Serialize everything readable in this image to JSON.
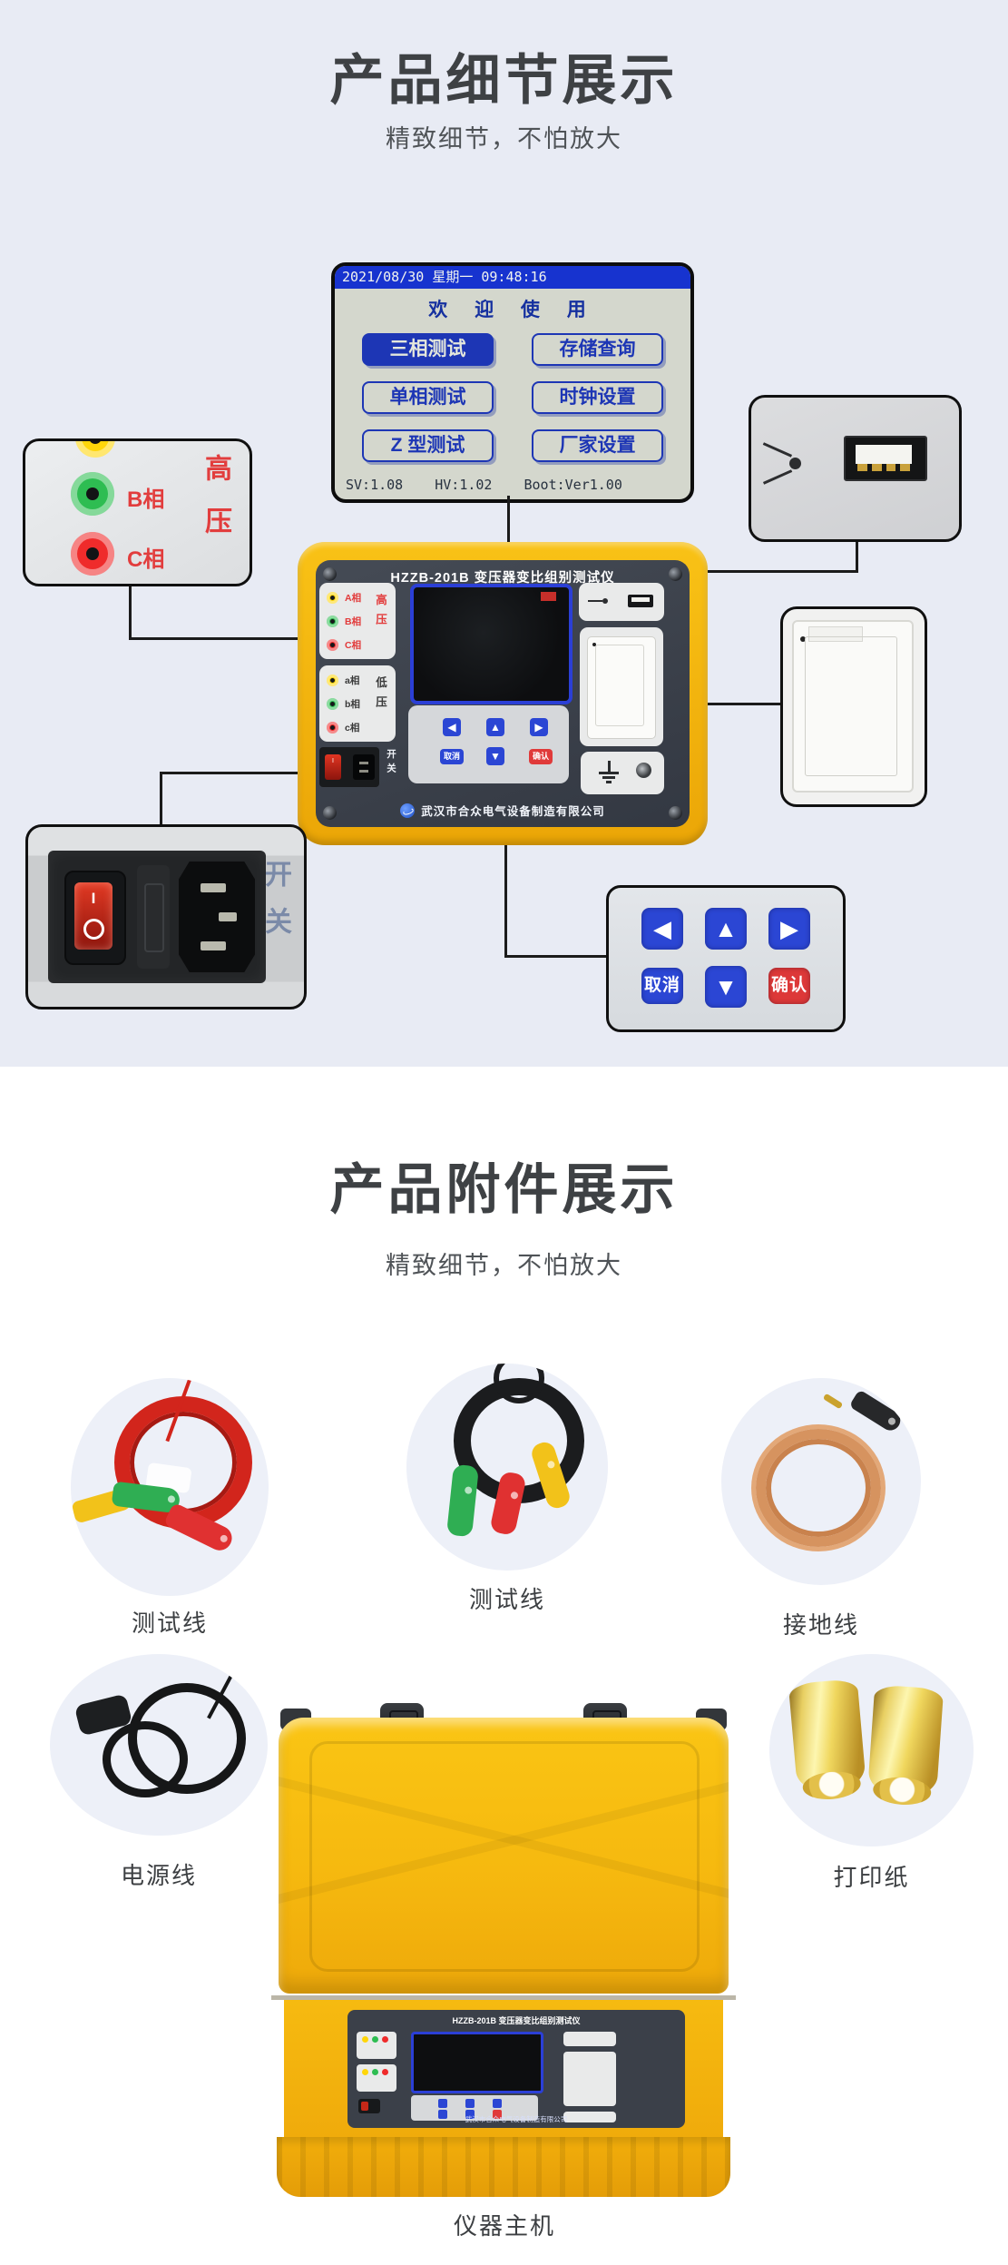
{
  "detail": {
    "title": "产品细节展示",
    "subtitle": "精致细节，不怕放大",
    "lcd": {
      "datetime": "2021/08/30 星期一 09:48:16",
      "welcome": "欢 迎 使 用",
      "menu": [
        "三相测试",
        "存储查询",
        "单相测试",
        "时钟设置",
        "Z 型测试",
        "厂家设置"
      ],
      "sv": "SV:1.08",
      "hv": "HV:1.02",
      "boot": "Boot:Ver1.00"
    },
    "device": {
      "title": "HZZB-201B 变压器变比组别测试仪",
      "hv_label": "高压",
      "lv_label": "低压",
      "hv_terminals": [
        "A相",
        "B相",
        "C相"
      ],
      "lv_terminals": [
        "a相",
        "b相",
        "c相"
      ],
      "switch_label": "开关",
      "cancel": "取消",
      "confirm": "确认",
      "company": "武汉市合众电气设备制造有限公司"
    },
    "hv_box": {
      "b": "B相",
      "c": "C相",
      "label": "高压"
    },
    "switch_box": {
      "label": "开关",
      "on": "I"
    },
    "keypad_box": {
      "cancel": "取消",
      "confirm": "确认"
    }
  },
  "icons": {
    "left": "◀",
    "up": "▲",
    "right": "▶",
    "down": "▼"
  },
  "accessories": {
    "title": "产品附件展示",
    "subtitle": "精致细节，不怕放大",
    "labels": [
      "测试线",
      "测试线",
      "接地线",
      "电源线",
      "打印纸",
      "仪器主机"
    ]
  },
  "colors": {
    "bg_top": "#e8ebf4",
    "case_yellow": "#f6b80e",
    "panel_dark": "#3b4049",
    "lcd_blue": "#1d36b5",
    "button_blue": "#2b46d4",
    "button_red": "#dd3838",
    "hv_red": "#e23d3d"
  }
}
